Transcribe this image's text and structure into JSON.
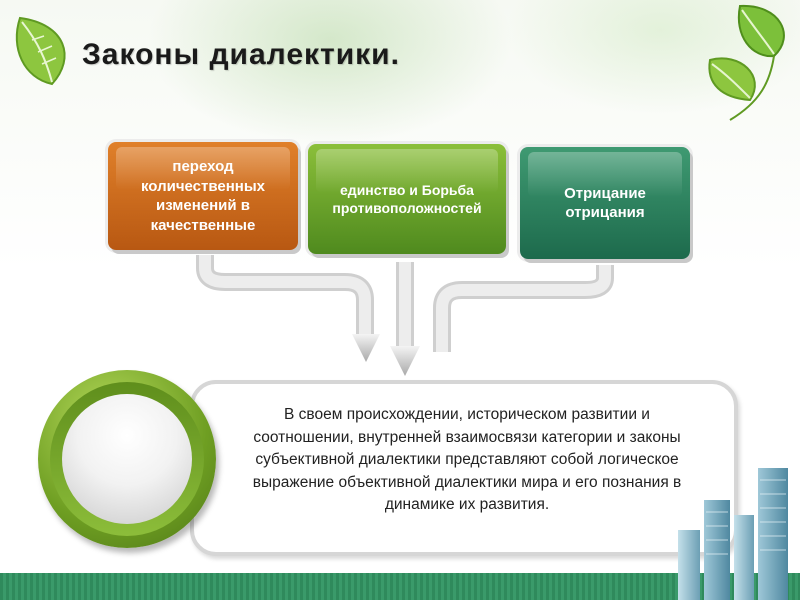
{
  "slide": {
    "title": "Законы диалектики.",
    "laws": [
      {
        "label": "переход количественных изменений в качественные",
        "color": "#c96a1c"
      },
      {
        "label": "единство и Борьба противоположностей",
        "color": "#6aa52d"
      },
      {
        "label": "Отрицание отрицания",
        "color": "#2e8360"
      }
    ],
    "description": "В своем происхождении, историческом развитии и соотношении, внутренней взаимосвязи категории и законы субъективной диалектики представляют собой логическое выражение объективной диалектики мира и его познания в динамике их развития."
  },
  "icons": [
    "leaf-icon",
    "arrow-down-icon",
    "buildings-icon"
  ],
  "colors": {
    "orange": "#c96a1c",
    "green": "#6aa52d",
    "teal": "#2e8360",
    "ring": "#7bab2b",
    "bar": "#348f61"
  }
}
